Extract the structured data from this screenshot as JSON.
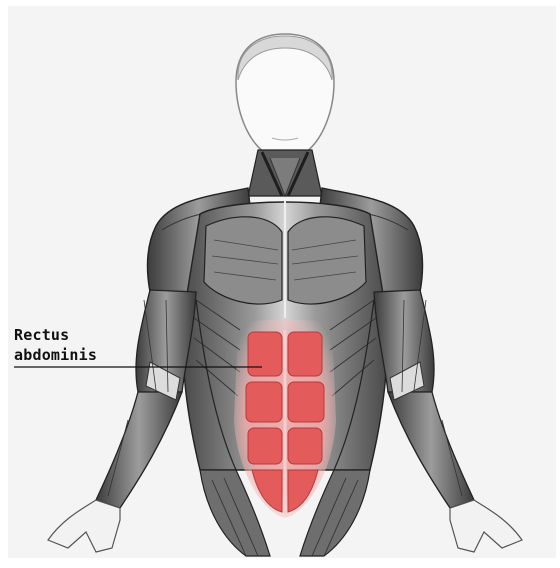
{
  "diagram": {
    "label_lines": [
      "Rectus",
      "abdominis"
    ]
  },
  "colors": {
    "background": "#ffffff",
    "panel": "#f3f3f3",
    "muscle_gray": "#8a8a8a",
    "muscle_dark": "#3a3a3a",
    "highlight_muscle": "#e86060",
    "highlight_glow": "#f5b5b5",
    "leader_line": "#111111"
  },
  "icons": {
    "figure": "human-muscular-torso-front-view"
  }
}
